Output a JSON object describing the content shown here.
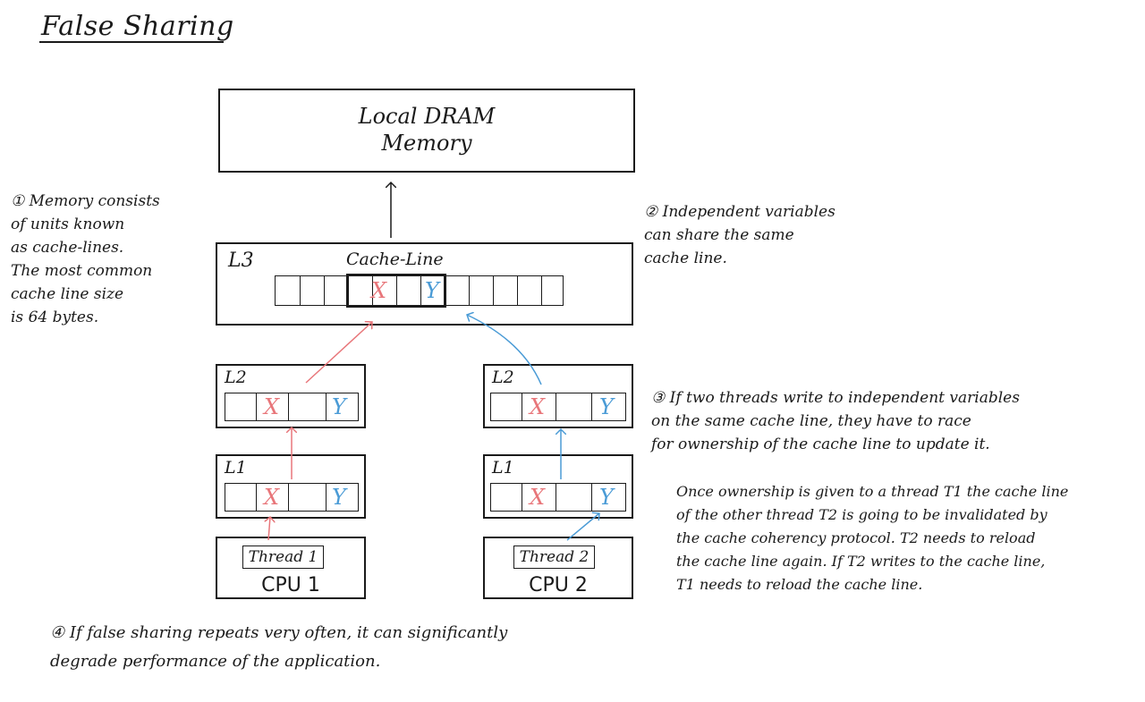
{
  "title": "False Sharing",
  "dram": {
    "line1": "Local DRAM",
    "line2": "Memory"
  },
  "l3": {
    "label": "L3",
    "cache_line_label": "Cache-Line",
    "var_x": "X",
    "var_y": "Y"
  },
  "cpu1": {
    "l2_label": "L2",
    "l1_label": "L1",
    "thread_label": "Thread 1",
    "cpu_label": "CPU 1",
    "var_x": "X",
    "var_y": "Y"
  },
  "cpu2": {
    "l2_label": "L2",
    "l1_label": "L1",
    "thread_label": "Thread 2",
    "cpu_label": "CPU 2",
    "var_x": "X",
    "var_y": "Y"
  },
  "notes": {
    "note1": "① Memory consists\n    of units known\n    as cache-lines.\n  The most common\n  cache line size\n  is 64 bytes.",
    "note2": "② Independent variables\n  can share the same\n  cache line.",
    "note3": "③ If two threads write to independent variables\n    on the same cache line, they have to race\n    for ownership of the cache line to update it.",
    "note3b": "Once ownership is given to a thread T1 the cache line\nof the other thread T2 is going to be invalidated by\nthe cache coherency protocol. T2 needs to reload\nthe cache line again. If T2 writes to the cache line,\nT1 needs to reload the cache line.",
    "note4": "④ If false sharing repeats very often, it can significantly\n    degrade performance of the application."
  },
  "colors": {
    "x_color": "#e8767a",
    "y_color": "#4a9bd6",
    "ink": "#1a1a1a"
  }
}
